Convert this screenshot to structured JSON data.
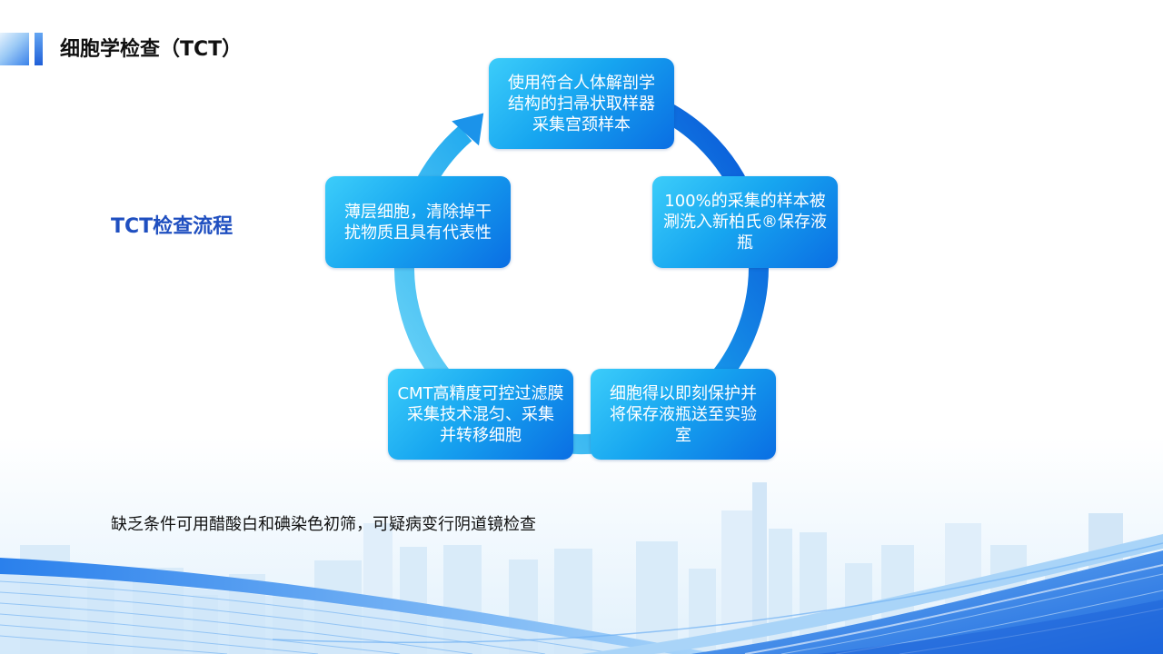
{
  "slide": {
    "title": "细胞学检查（TCT）",
    "section_label": "TCT检查流程",
    "note": "缺乏条件可用醋酸白和碘染色初筛，可疑病变行阴道镜检查"
  },
  "cycle": {
    "steps": [
      {
        "lines": [
          "使用符合人体解剖学",
          "结构的扫帚状取样器",
          "采集宫颈样本"
        ]
      },
      {
        "lines": [
          "100%的采集的样本被",
          "涮洗入新柏氏®保存液",
          "瓶"
        ]
      },
      {
        "lines": [
          "细胞得以即刻保护并",
          "将保存液瓶送至实验",
          "室"
        ]
      },
      {
        "lines": [
          "CMT高精度可控过滤膜",
          "采集技术混匀、采集",
          "并转移细胞"
        ]
      },
      {
        "lines": [
          "薄层细胞，清除掉干",
          "扰物质且具有代表性"
        ]
      }
    ]
  },
  "colors": {
    "title_text": "#111111",
    "accent_blue": "#1f4fc0",
    "box_gradient_start": "#3ccdfa",
    "box_gradient_end": "#0a6ee3",
    "ring_light": "#6ad3f7",
    "ring_mid": "#1aa6ee",
    "ring_dark": "#0a58d8"
  }
}
